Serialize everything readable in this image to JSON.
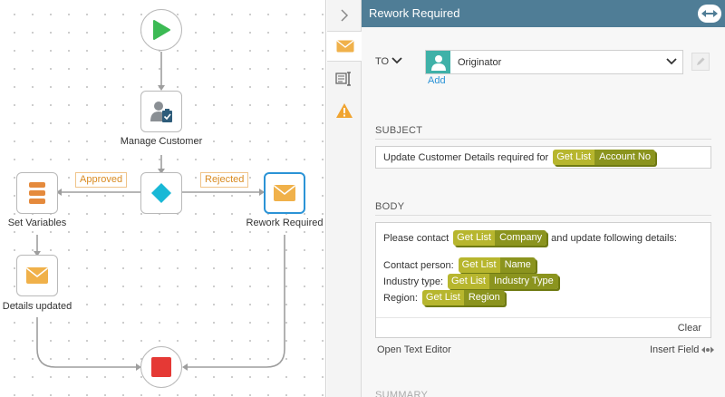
{
  "workflow": {
    "nodes": {
      "manage_customer": "Manage Customer",
      "set_variables": "Set Variables",
      "rework_required": "Rework Required",
      "details_updated": "Details updated"
    },
    "branches": {
      "approved": "Approved",
      "rejected": "Rejected"
    }
  },
  "panel": {
    "title": "Rework Required",
    "to": {
      "label": "TO",
      "value": "Originator",
      "add_label": "Add"
    },
    "subject": {
      "title": "SUBJECT",
      "text": "Update Customer Details required for",
      "token": {
        "source": "Get List",
        "field": "Account No"
      }
    },
    "body": {
      "title": "BODY",
      "line1_prefix": "Please contact",
      "line1_token": {
        "source": "Get List",
        "field": "Company"
      },
      "line1_suffix": "and update following details:",
      "contact_label": "Contact person:",
      "contact_token": {
        "source": "Get List",
        "field": "Name"
      },
      "industry_label": "Industry type:",
      "industry_token": {
        "source": "Get List",
        "field": "Industry Type"
      },
      "region_label": "Region:",
      "region_token": {
        "source": "Get List",
        "field": "Region"
      },
      "clear_label": "Clear"
    },
    "open_text_editor": "Open Text Editor",
    "insert_field": "Insert Field",
    "next_section": "SUMMARY"
  },
  "icons": {
    "start": "play-icon",
    "task": "user-task-icon",
    "decision": "diamond-icon",
    "variables": "database-icon",
    "email": "envelope-icon",
    "end": "stop-icon"
  },
  "colors": {
    "header": "#4f7d96",
    "start": "#3cba54",
    "end": "#e53935",
    "decision": "#19b8d6",
    "email": "#f0b14a",
    "variables": "#e58a3c",
    "token_source": "#b7b62e",
    "token_field": "#8b941e",
    "selection": "#2b93d6"
  }
}
